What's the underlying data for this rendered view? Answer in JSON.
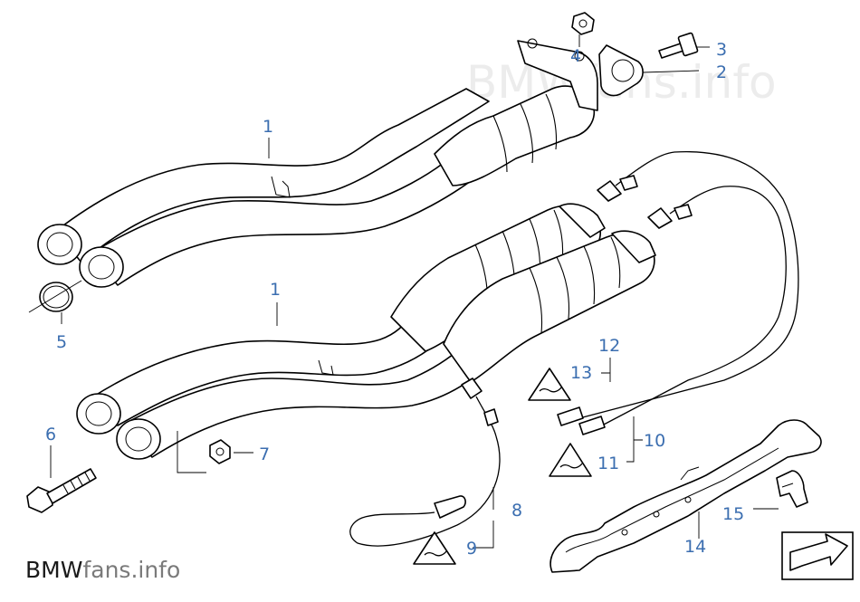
{
  "watermark_top": {
    "text": "BMWfans.info"
  },
  "watermark_bottom": {
    "brand": "BMW",
    "suffix": "fans.info"
  },
  "callouts": [
    {
      "id": "c1a",
      "label": "1"
    },
    {
      "id": "c1b",
      "label": "1"
    },
    {
      "id": "c2",
      "label": "2"
    },
    {
      "id": "c3",
      "label": "3"
    },
    {
      "id": "c4",
      "label": "4"
    },
    {
      "id": "c5",
      "label": "5"
    },
    {
      "id": "c6",
      "label": "6"
    },
    {
      "id": "c7",
      "label": "7"
    },
    {
      "id": "c8",
      "label": "8"
    },
    {
      "id": "c9",
      "label": "9"
    },
    {
      "id": "c10",
      "label": "10"
    },
    {
      "id": "c11",
      "label": "11"
    },
    {
      "id": "c12",
      "label": "12"
    },
    {
      "id": "c13",
      "label": "13"
    },
    {
      "id": "c14",
      "label": "14"
    },
    {
      "id": "c15",
      "label": "15"
    }
  ],
  "colors": {
    "callout": "#3b6eb0",
    "line": "#000000",
    "watermark": "#ececec"
  },
  "icons": {
    "warning": "warning-triangle-icon",
    "nav": "next-arrow-icon"
  }
}
